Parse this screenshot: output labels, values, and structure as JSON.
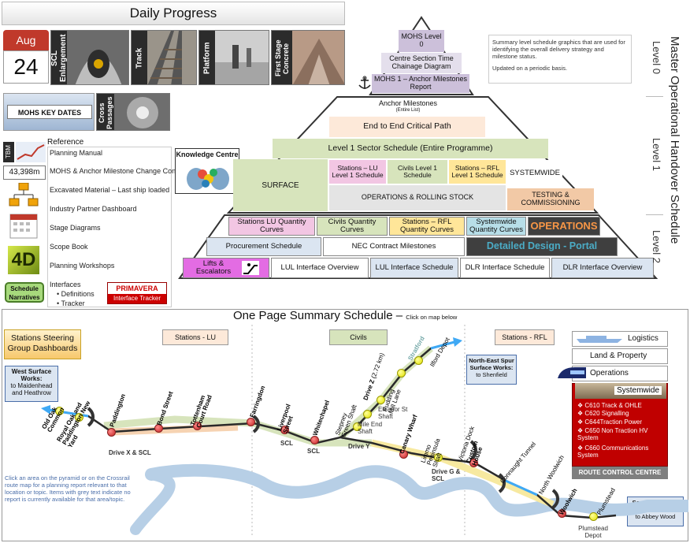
{
  "daily_progress": {
    "title": "Daily Progress",
    "calendar": {
      "month": "Aug",
      "day": "24"
    },
    "tiles": [
      "SCL Enlargement",
      "Track",
      "Platform",
      "First Stage Concrete"
    ]
  },
  "key_dates": {
    "banner": "MOHS KEY DATES",
    "cross_passages": "Cross Passages"
  },
  "tbm": {
    "label": "TBM",
    "value": "43,398m"
  },
  "reference": {
    "heading": "Reference",
    "items": [
      "Planning Manual",
      "MOHS & Anchor Milestone Change Control",
      "Excavated Material – Last ship loaded",
      "Industry Partner Dashboard",
      "Stage Diagrams",
      "Scope Book",
      "Planning Workshops",
      "Interfaces"
    ],
    "interfaces_sub": [
      "Definitions",
      "Tracker"
    ],
    "schedule_narratives": "Schedule Narratives",
    "knowledge_centre": "Knowledge Centre",
    "primavera": "PRIMAVERA",
    "interface_tracker": "Interface Tracker"
  },
  "pyramid": {
    "side_title": "Master Operational Handover Schedule",
    "levels": [
      "Level 0",
      "Level 1",
      "Level 2"
    ],
    "note": "Summary level schedule graphics that are used for identifying the overall delivery strategy and milestone status.",
    "note2": "Updated on a periodic basis.",
    "level0": [
      "MOHS Level 0",
      "Centre Section Time Chainage Diagram",
      "MOHS 1 – Anchor Milestones Report"
    ],
    "anchor": "Anchor Milestones",
    "anchor_sub": "(Entire List)",
    "e2e": "End to End Critical Path",
    "l1_sector": "Level 1 Sector Schedule (Entire Programme)",
    "surface": "SURFACE",
    "stations_lu_l1": "Stations – LU Level 1 Schedule",
    "civils_l1": "Civils Level 1 Schedule",
    "stations_rfl_l1": "Stations – RFL Level 1 Schedule",
    "systemwide": "SYSTEMWIDE",
    "ops_rolling": "OPERATIONS & ROLLING STOCK",
    "testing": "TESTING & COMMISSIONING",
    "l2": {
      "stations_lu_qc": "Stations LU Quantity Curves",
      "civils_qc": "Civils Quantity Curves",
      "stations_rfl_qc": "Stations – RFL Quantity Curves",
      "systemwide_qc": "Systemwide Quantity Curves",
      "operations": "OPERATIONS",
      "procurement": "Procurement Schedule",
      "nec": "NEC Contract Milestones",
      "design": "Detailed Design - Portal",
      "lifts": "Lifts & Escalators",
      "lul_overview": "LUL Interface Overview",
      "lul_schedule": "LUL Interface Schedule",
      "dlr_schedule": "DLR Interface Schedule",
      "dlr_overview": "DLR Interface Overview"
    }
  },
  "summary": {
    "title": "One Page Summary Schedule –",
    "subtitle": "Click on map below",
    "steering": "Stations Steering Group Dashboards",
    "sections": [
      "Stations - LU",
      "Civils",
      "Stations - RFL"
    ],
    "west": {
      "title": "West Surface Works:",
      "dest": "to Maidenhead and Heathrow"
    },
    "ne": {
      "title": "North-East Spur Surface Works:",
      "dest": "to Shenfield"
    },
    "se": {
      "title": "South-East Spur Surface Works:",
      "dest": "to Abbey Wood"
    },
    "instructions": "Click an area on the pyramid or on the Crossrail route map for a planning report relevant to that location or topic. Items with grey text indicate no report is currently available for that area/topic.",
    "right_menu": [
      "Logistics",
      "Land & Property",
      "Operations Dashboard",
      "Systemwide"
    ],
    "systemwide_items": [
      "C610 Track & OHLE",
      "C620 Signalling",
      "C644Traction Power",
      "C650 Non Traction HV System",
      "C660 Communications System"
    ],
    "route_control": "ROUTE CONTROL CENTRE",
    "stations": {
      "old_oak": "Old Oak Common",
      "royal_oak": "Royal Oak and Paddington New Yard",
      "paddington": "Paddington",
      "drive_x": "Drive X & SCL",
      "bond": "Bond Street",
      "tcr": "Tottenham Court Road",
      "farringdon": "Farringdon",
      "liverpool": "Liverpool Street",
      "scl1": "SCL",
      "whitechapel": "Whitechapel",
      "scl2": "SCL",
      "stepney": "Stepney Green Shaft",
      "drive_y": "Drive Y",
      "drive_z": "Drive Z",
      "drive_z_len": "(2.72 km)",
      "mile_end": "Mile End Shaft",
      "eleanor": "Eleanor St Shaft",
      "pudding": "Pudding Mill Lane",
      "stratford": "Stratford",
      "ilford": "Ilford Depot",
      "canary": "Canary Wharf",
      "limmo": "Limmo Peninsula Shaft",
      "drive_g": "Drive G & SCL",
      "victoria": "Victoria Dock",
      "custom": "Custom House",
      "connaught": "Connaught Tunnel",
      "north_woolwich": "North Woolwich",
      "woolwich": "Woolwich",
      "plumstead": "Plumstead",
      "plumstead_depot": "Plumstead Depot"
    }
  },
  "colors": {
    "pink": "#f2c6e3",
    "peach": "#fde9d9",
    "green_light": "#d7e4bc",
    "yellow": "#ffe699",
    "blue_light": "#dbe5f1",
    "purple_light": "#ccc0da",
    "teal": "#b7dee8",
    "grey": "#d9d9d9",
    "magenta": "#e36ce3",
    "operations": "#f79646",
    "design_blue": "#4bacc6",
    "dark": "#3a3a3a"
  }
}
